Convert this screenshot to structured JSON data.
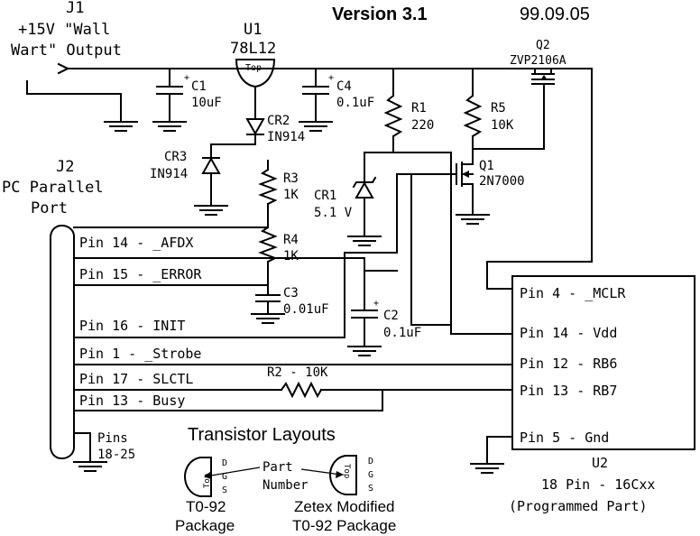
{
  "header": {
    "version": "Version 3.1",
    "date": "99.09.05"
  },
  "j1": {
    "ref": "J1",
    "line1": "+15V \"Wall",
    "line2": "Wart\" Output"
  },
  "u1": {
    "ref": "U1",
    "part": "78L12",
    "top": "Top"
  },
  "c1": {
    "ref": "C1",
    "value": "10uF"
  },
  "c4": {
    "ref": "C4",
    "value": "0.1uF"
  },
  "c2": {
    "ref": "C2",
    "value": "0.1uF"
  },
  "c3": {
    "ref": "C3",
    "value": "0.01uF"
  },
  "cr2": {
    "ref": "CR2",
    "part": "IN914"
  },
  "cr3": {
    "ref": "CR3",
    "part": "IN914"
  },
  "cr1": {
    "ref": "CR1",
    "value": "5.1 V"
  },
  "r1": {
    "ref": "R1",
    "value": "220"
  },
  "r5": {
    "ref": "R5",
    "value": "10K"
  },
  "r3": {
    "ref": "R3",
    "value": "1K"
  },
  "r4": {
    "ref": "R4",
    "value": "1K"
  },
  "r2": {
    "label": "R2 - 10K"
  },
  "q2": {
    "ref": "Q2",
    "part": "ZVP2106A"
  },
  "q1": {
    "ref": "Q1",
    "part": "2N7000"
  },
  "j2": {
    "ref": "J2",
    "line1": "PC Parallel",
    "line2": "Port",
    "pins": [
      "Pin 14 - _AFDX",
      "Pin 15 - _ERROR",
      "Pin 16 -  INIT",
      "Pin  1 - _Strobe",
      "Pin 17 -  SLCTL",
      "Pin 13 - Busy"
    ],
    "gnd_pins_l1": "Pins",
    "gnd_pins_l2": "18-25"
  },
  "u2": {
    "ref": "U2",
    "line1": "18 Pin - 16Cxx",
    "line2": "(Programmed Part)",
    "pins": [
      "Pin  4 - _MCLR",
      "Pin 14 - Vdd",
      "Pin 12 - RB6",
      "Pin 13 - RB7",
      "Pin  5 - Gnd"
    ]
  },
  "layouts": {
    "title": "Transistor Layouts",
    "part1": "Part",
    "part2": "Number",
    "top": "Top",
    "d": "D",
    "g": "G",
    "s": "S",
    "pkg1_l1": "T0-92",
    "pkg1_l2": "Package",
    "pkg2_l1": "Zetex Modified",
    "pkg2_l2": "T0-92 Package"
  }
}
